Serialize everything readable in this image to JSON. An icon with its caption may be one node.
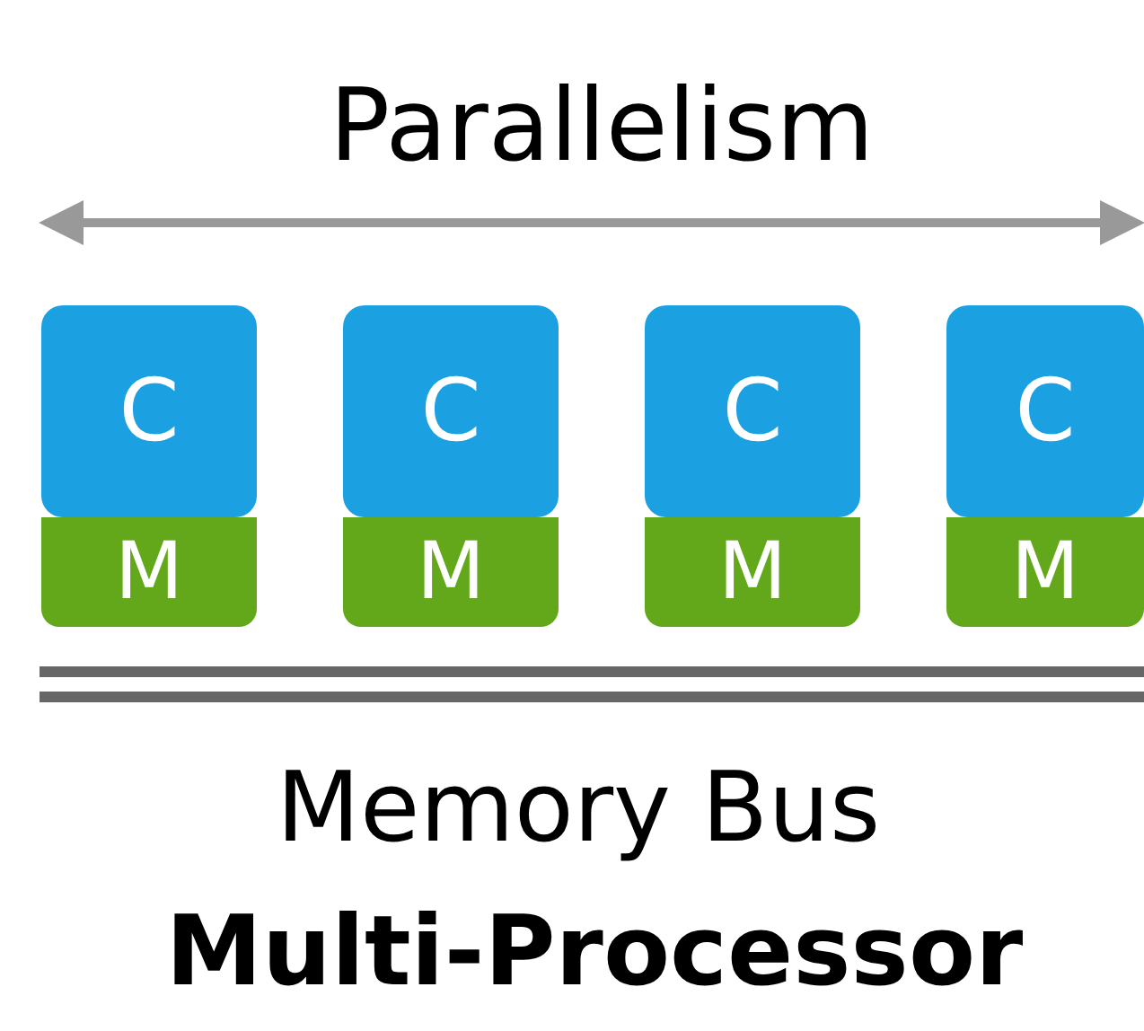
{
  "diagram": {
    "caption": "Multi-Processor",
    "nodes": [
      {
        "text": [
          "C"
        ]
      },
      {
        "text": [
          "M"
        ]
      },
      {
        "text": [
          "C"
        ]
      },
      {
        "text": [
          "M"
        ]
      },
      {
        "text": [
          "C"
        ]
      },
      {
        "text": [
          "M"
        ]
      },
      {
        "text": [
          "C"
        ]
      },
      {
        "text": [
          "M"
        ]
      }
    ],
    "labels": [
      "Parallelism",
      "Memory Bus"
    ]
  }
}
